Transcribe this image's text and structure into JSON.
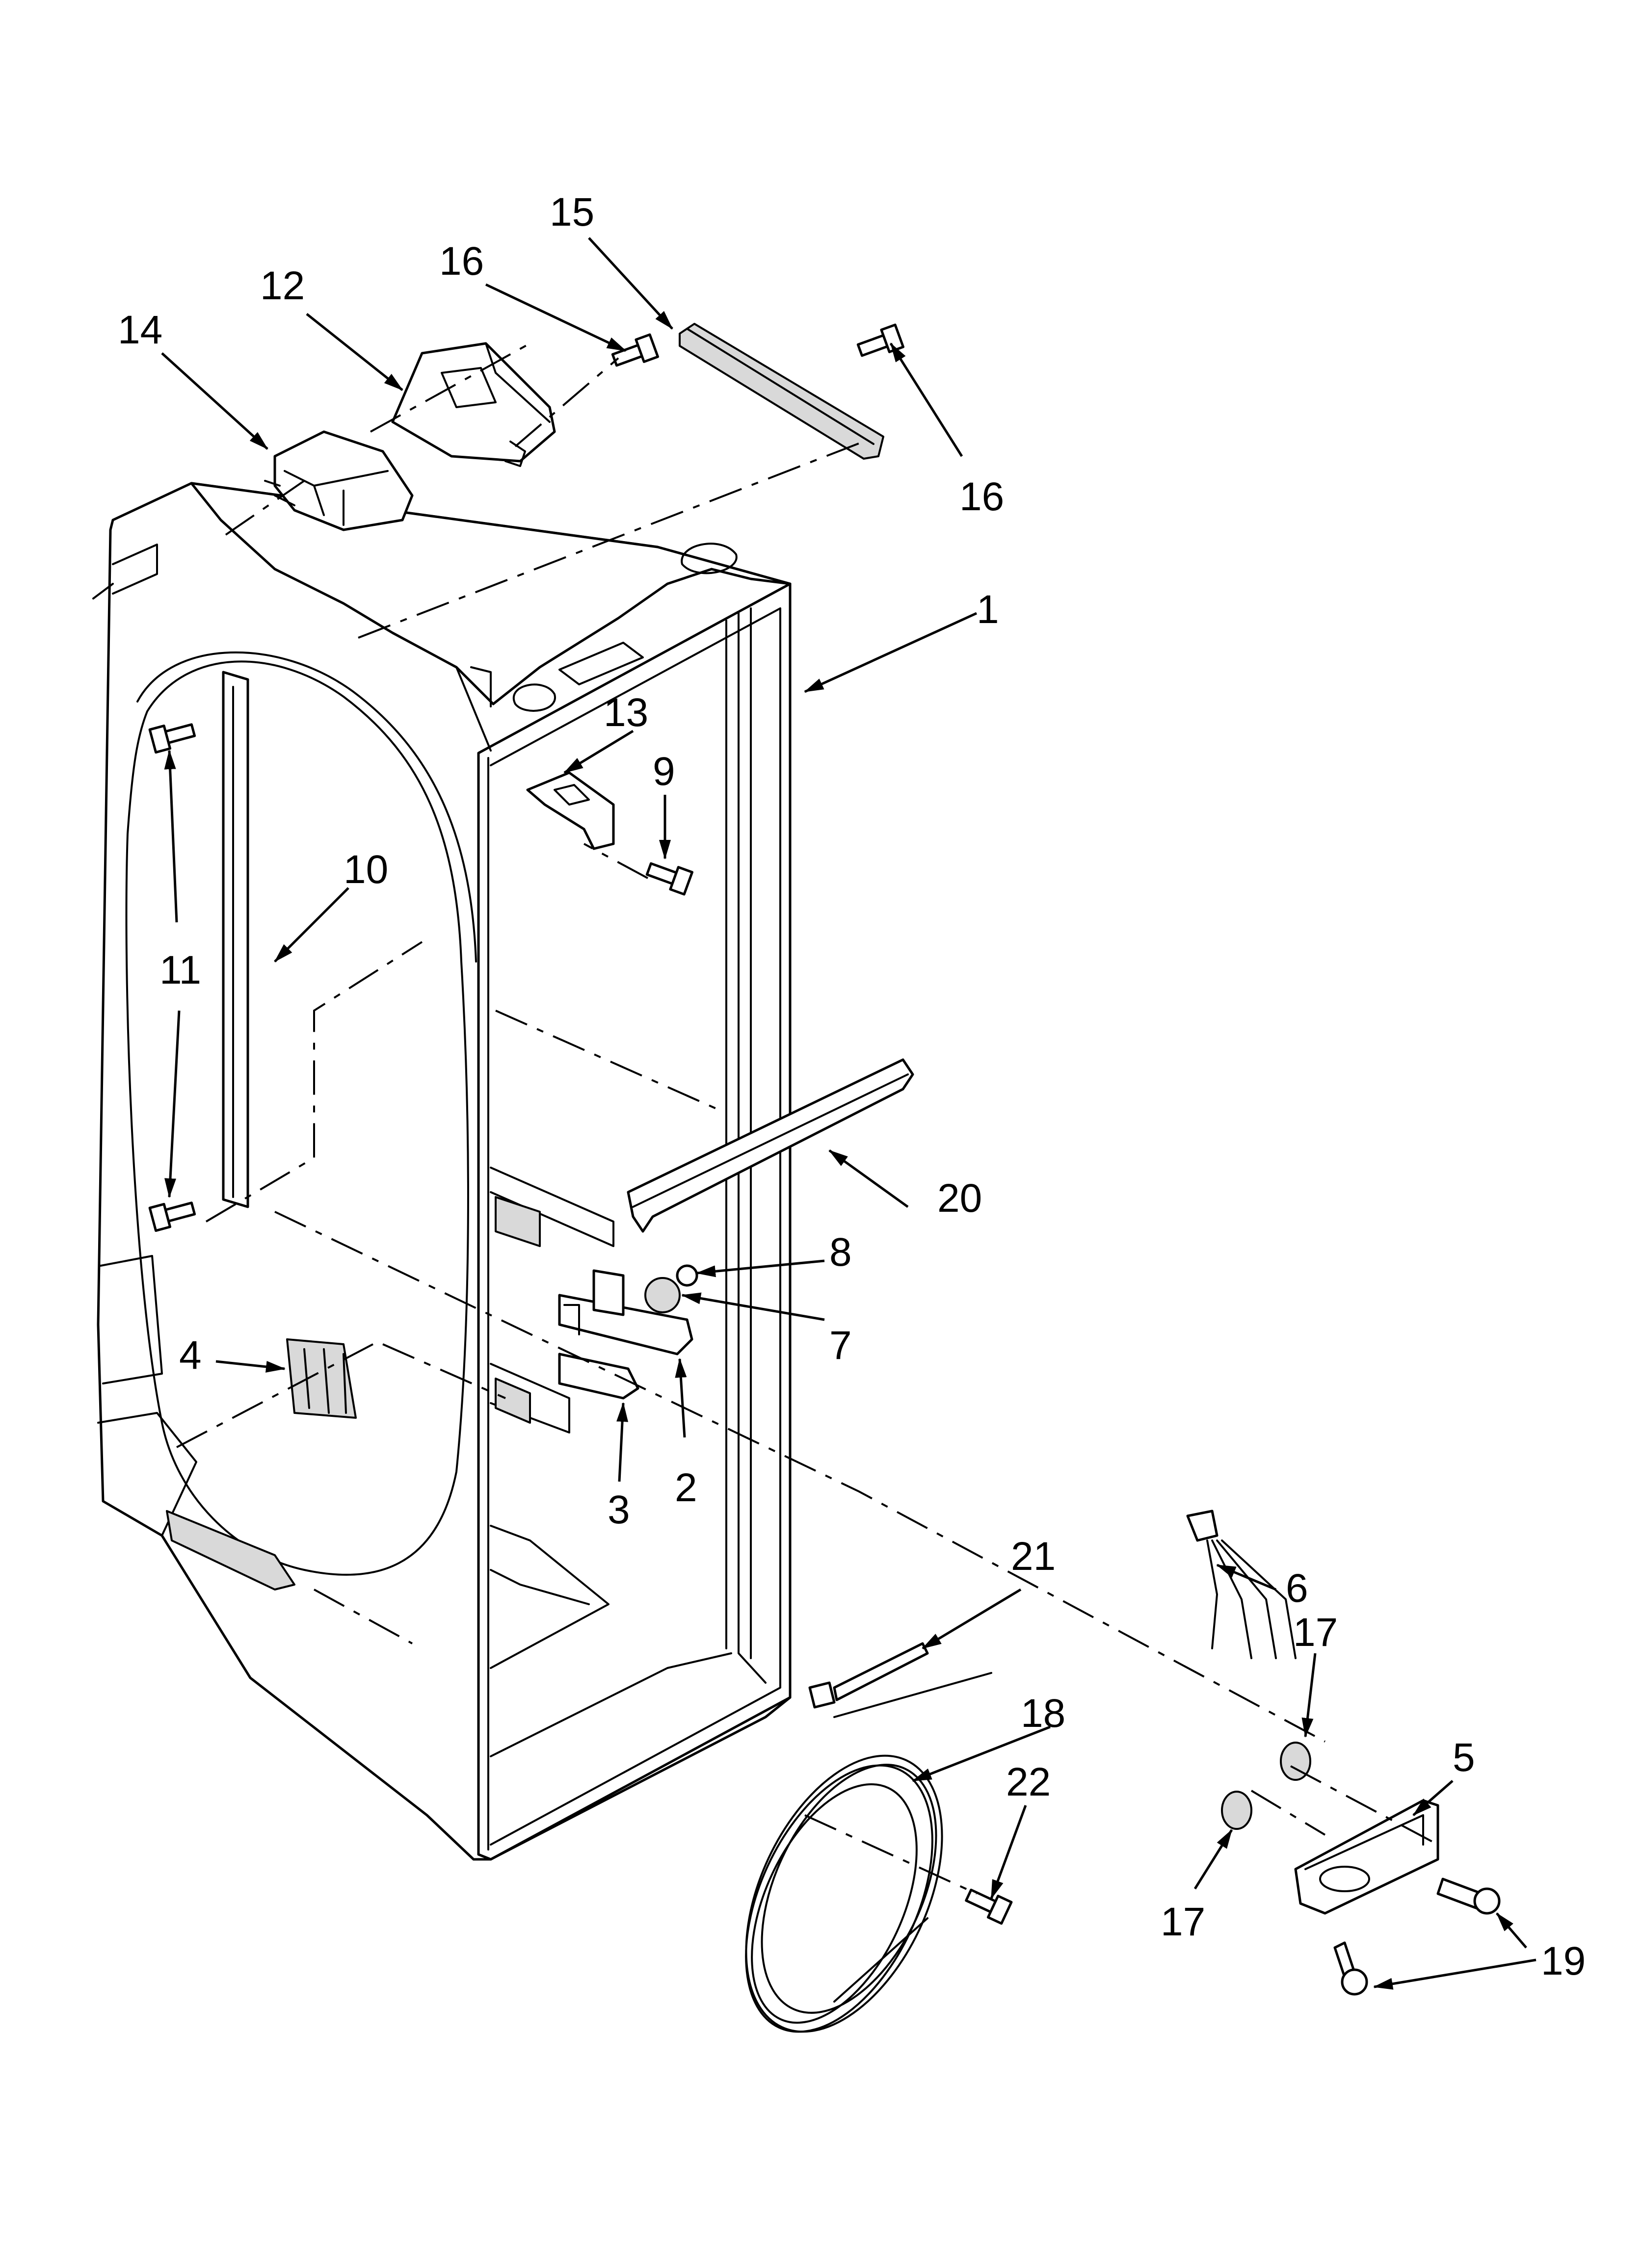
{
  "diagram": {
    "background": "#ffffff",
    "line_color": "#000000",
    "callouts": [
      {
        "id": "c1",
        "text": "1"
      },
      {
        "id": "c2",
        "text": "2"
      },
      {
        "id": "c3",
        "text": "3"
      },
      {
        "id": "c4",
        "text": "4"
      },
      {
        "id": "c5",
        "text": "5"
      },
      {
        "id": "c6",
        "text": "6"
      },
      {
        "id": "c7",
        "text": "7"
      },
      {
        "id": "c8",
        "text": "8"
      },
      {
        "id": "c9",
        "text": "9"
      },
      {
        "id": "c10",
        "text": "10"
      },
      {
        "id": "c11",
        "text": "11"
      },
      {
        "id": "c12",
        "text": "12"
      },
      {
        "id": "c13",
        "text": "13"
      },
      {
        "id": "c14",
        "text": "14"
      },
      {
        "id": "c15",
        "text": "15"
      },
      {
        "id": "c16a",
        "text": "16"
      },
      {
        "id": "c16b",
        "text": "16"
      },
      {
        "id": "c17a",
        "text": "17"
      },
      {
        "id": "c17b",
        "text": "17"
      },
      {
        "id": "c18",
        "text": "18"
      },
      {
        "id": "c19",
        "text": "19"
      },
      {
        "id": "c20",
        "text": "20"
      },
      {
        "id": "c21",
        "text": "21"
      },
      {
        "id": "c22",
        "text": "22"
      }
    ]
  }
}
